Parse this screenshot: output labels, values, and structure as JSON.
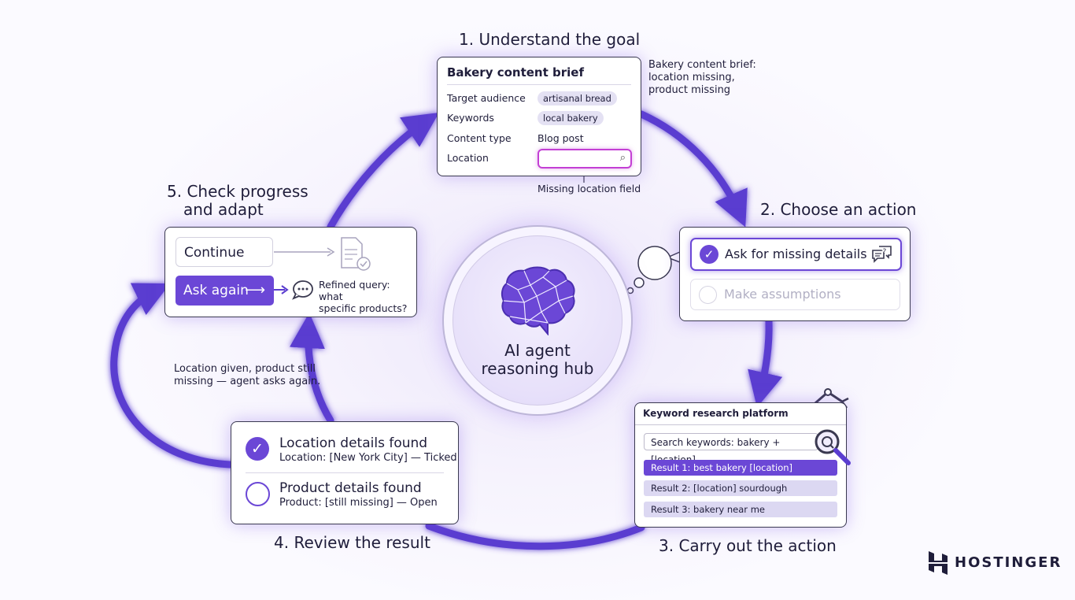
{
  "steps": {
    "s1": "1. Understand the goal",
    "s2": "2. Choose an action",
    "s3": "3. Carry out the action",
    "s4": "4. Review the result",
    "s5a": "5. Check progress",
    "s5b": "and adapt"
  },
  "brief": {
    "title": "Bakery content brief",
    "rows": [
      {
        "label": "Target audience",
        "value": "artisanal bread"
      },
      {
        "label": "Keywords",
        "value": "local bakery"
      },
      {
        "label": "Content type",
        "value": "Blog post"
      },
      {
        "label": "Location",
        "value": ""
      }
    ],
    "note_lines": [
      "Bakery content brief:",
      "location missing,",
      "product missing"
    ],
    "missing_label": "Missing location field"
  },
  "choose": {
    "selected": "Ask for missing details",
    "other": "Make assumptions"
  },
  "keyword": {
    "title": "Keyword research platform",
    "search": "Search keywords: bakery + [location]",
    "results": [
      "Result 1: best bakery [location]",
      "Result 2: [location] sourdough",
      "Result 3: bakery near me"
    ]
  },
  "review": {
    "items": [
      {
        "title": "Location details found",
        "detail": "Location: [New York City] — Ticked",
        "status": "done"
      },
      {
        "title": "Product details found",
        "detail": "Product: [still missing] — Open",
        "status": "open"
      }
    ],
    "note_lines": [
      "Location given, product still",
      "missing — agent asks again."
    ]
  },
  "progress": {
    "continue": "Continue",
    "ask_again": "Ask again",
    "refined_lines": [
      "Refined query: what",
      "specific products?"
    ]
  },
  "hub": {
    "line1": "AI agent",
    "line2": "reasoning hub"
  },
  "brand": {
    "name": "HOSTINGER"
  },
  "colors": {
    "accent": "#6b47d6",
    "arrow": "#5a3dd0",
    "text": "#1f1d3a",
    "highlight": "#c33fd4"
  }
}
